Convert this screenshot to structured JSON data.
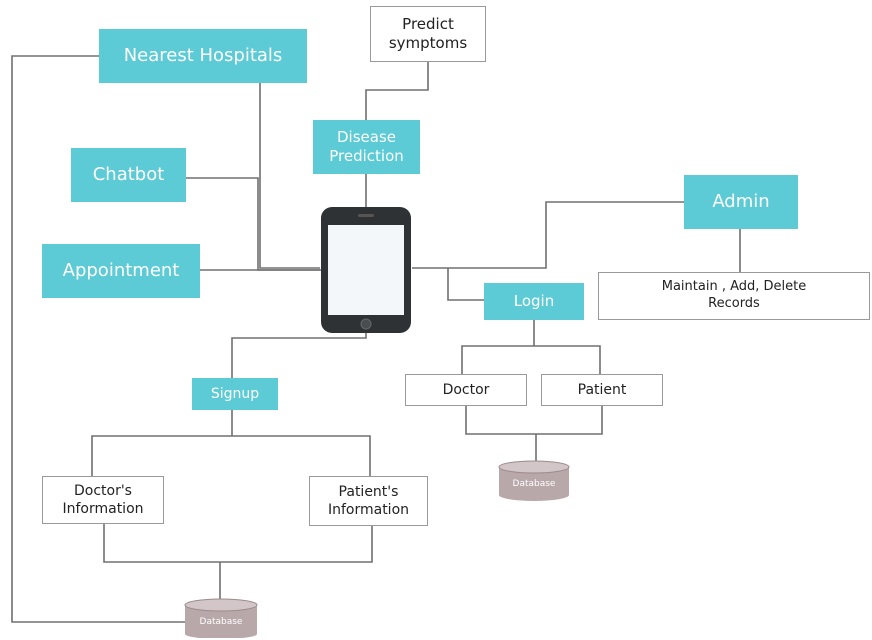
{
  "colors": {
    "teal": "#5ccbd6",
    "line": "#707070",
    "db_fill": "#b9a8aa",
    "db_top": "#d3c6c8"
  },
  "nodes": {
    "predict_symptoms": "Predict\nsymptoms",
    "nearest_hospitals": "Nearest Hospitals",
    "disease_prediction": "Disease\nPrediction",
    "chatbot": "Chatbot",
    "admin": "Admin",
    "appointment": "Appointment",
    "maintain_records": "Maintain , Add, Delete\nRecords",
    "login": "Login",
    "doctor": "Doctor",
    "patient": "Patient",
    "signup": "Signup",
    "doctors_information": "Doctor's\nInformation",
    "patients_information": "Patient's\nInformation"
  },
  "databases": {
    "login_db": "Database",
    "signup_db": "Database"
  },
  "center_icon": "smartphone-icon"
}
